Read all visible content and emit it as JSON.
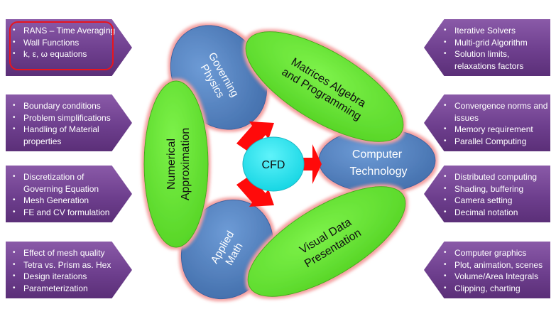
{
  "center": {
    "core": "CFD",
    "governing_physics": [
      "Governing",
      "Physics"
    ],
    "matrices": [
      "Matrices Algebra",
      "and Programming"
    ],
    "numerical": [
      "Numerical",
      "Approximation"
    ],
    "computer_tech": [
      "Computer",
      "Technology"
    ],
    "applied_math": [
      "Applied",
      "Math"
    ],
    "visual_data": [
      "Visual Data",
      "Presentation"
    ]
  },
  "left_boxes": [
    {
      "items": [
        "RANS – Time Averaging",
        "Wall Functions",
        "k, ε, ω equations"
      ]
    },
    {
      "items": [
        "Boundary conditions",
        "Problem simplifications",
        "Handling of Material properties"
      ]
    },
    {
      "items": [
        "Discretization of Governing Equation",
        "Mesh Generation",
        "FE and CV formulation"
      ]
    },
    {
      "items": [
        "Effect of mesh quality",
        "Tetra vs. Prism as. Hex",
        "Design iterations",
        "Parameterization"
      ]
    }
  ],
  "right_boxes": [
    {
      "items": [
        "Iterative Solvers",
        "Multi-grid Algorithm",
        "Solution limits, relaxations factors"
      ]
    },
    {
      "items": [
        "Convergence norms and issues",
        "Memory requirement",
        "Parallel Computing"
      ]
    },
    {
      "items": [
        "Distributed computing",
        "Shading, buffering",
        "Camera setting",
        "Decimal notation"
      ]
    },
    {
      "items": [
        "Computer graphics",
        "Plot, animation, scenes",
        "Volume/Area Integrals",
        "Clipping, charting"
      ]
    }
  ],
  "colors": {
    "green": "#66ee33",
    "blue": "#4f81bd",
    "cyan": "#1ee6f0",
    "arrow": "#ff0a0a",
    "box": "#6e3f8e",
    "highlight": "#e8141e"
  }
}
